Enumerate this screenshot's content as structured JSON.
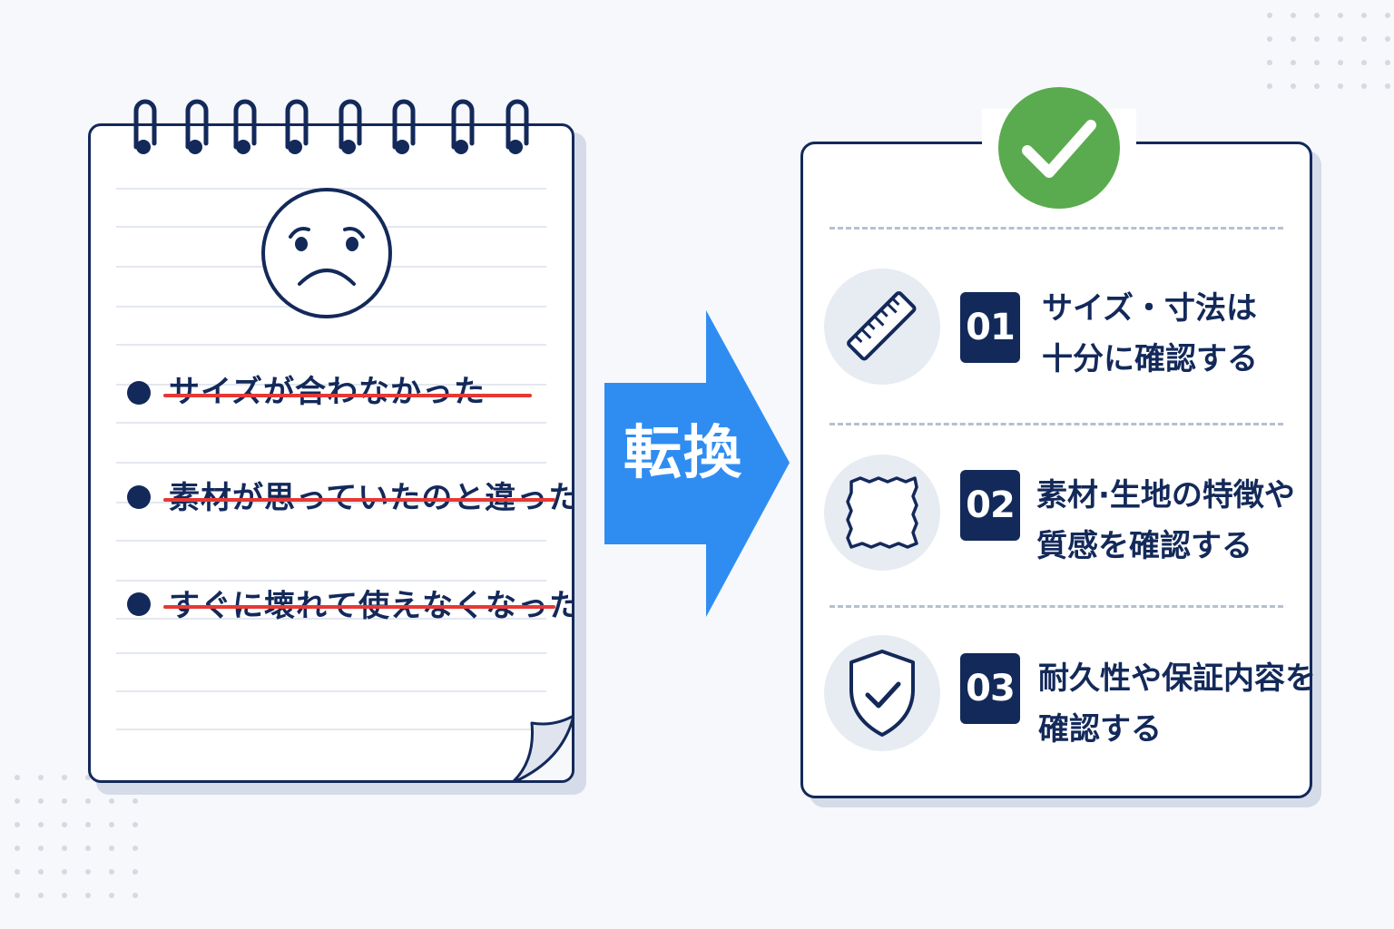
{
  "colors": {
    "navy": "#13295a",
    "strike_red": "#e53935",
    "arrow_blue": "#2f8df2",
    "check_green": "#5aab4f",
    "icon_bg": "#e7ebf2"
  },
  "before": {
    "face_icon": "sad-face-icon",
    "items": [
      {
        "text": "サイズが合わなかった"
      },
      {
        "text": "素材が思っていたのと違った"
      },
      {
        "text": "すぐに壊れて使えなくなった"
      }
    ]
  },
  "arrow": {
    "label": "転換"
  },
  "after": {
    "badge_icon": "checkmark-icon",
    "items": [
      {
        "number": "01",
        "icon": "ruler-icon",
        "line1": "サイズ・寸法は",
        "line2": "十分に確認する"
      },
      {
        "number": "02",
        "icon": "fabric-swatch-icon",
        "line1": "素材·生地の特徴や",
        "line2": "質感を確認する"
      },
      {
        "number": "03",
        "icon": "shield-check-icon",
        "line1": "耐久性や保証内容を",
        "line2": "確認する"
      }
    ]
  }
}
